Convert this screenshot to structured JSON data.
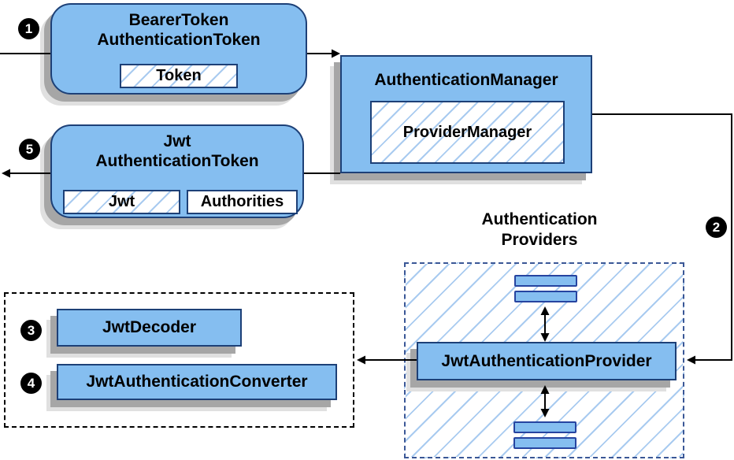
{
  "badges": {
    "step1": "1",
    "step2": "2",
    "step3": "3",
    "step4": "4",
    "step5": "5"
  },
  "nodes": {
    "bearer_token": {
      "title_line1": "BearerToken",
      "title_line2": "AuthenticationToken",
      "chip": "Token"
    },
    "authentication_manager": {
      "title": "AuthenticationManager",
      "chip": "ProviderManager"
    },
    "jwt_authentication_token": {
      "title_line1": "Jwt",
      "title_line2": "AuthenticationToken",
      "chip_jwt": "Jwt",
      "chip_authorities": "Authorities"
    },
    "authentication_providers": {
      "title_line1": "Authentication",
      "title_line2": "Providers"
    },
    "jwt_authentication_provider": {
      "label": "JwtAuthenticationProvider"
    },
    "jwt_decoder": {
      "label": "JwtDecoder"
    },
    "jwt_authentication_converter": {
      "label": "JwtAuthenticationConverter"
    }
  },
  "colors": {
    "node_fill": "#85BEF0",
    "node_border": "#1D4077",
    "bar_border": "#2644A0",
    "hatch_line": "#A9CBF0",
    "dashed_blue": "#3A5796",
    "shadow_dark": "#A6A6A6",
    "shadow_light": "#E0E0E0",
    "arrow": "#000000",
    "badge_bg": "#000000",
    "badge_text": "#FFFFFF"
  }
}
